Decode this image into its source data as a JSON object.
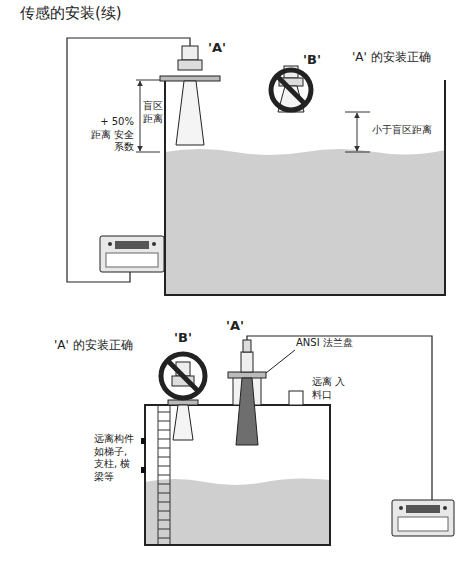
{
  "diagram": {
    "title": "传感的安装(续)",
    "labels": [
      "'A'",
      "'B'",
      "'A' 的安装正确",
      "盲区 距离",
      "+ 50% 距离 安全系数",
      "小于盲区距离",
      "'A' 的安装正确",
      "'B'",
      "'A'",
      "ANSI 法兰盘",
      "远离 入料口",
      "远离构件 如梯子, 支柱, 横梁等"
    ]
  }
}
